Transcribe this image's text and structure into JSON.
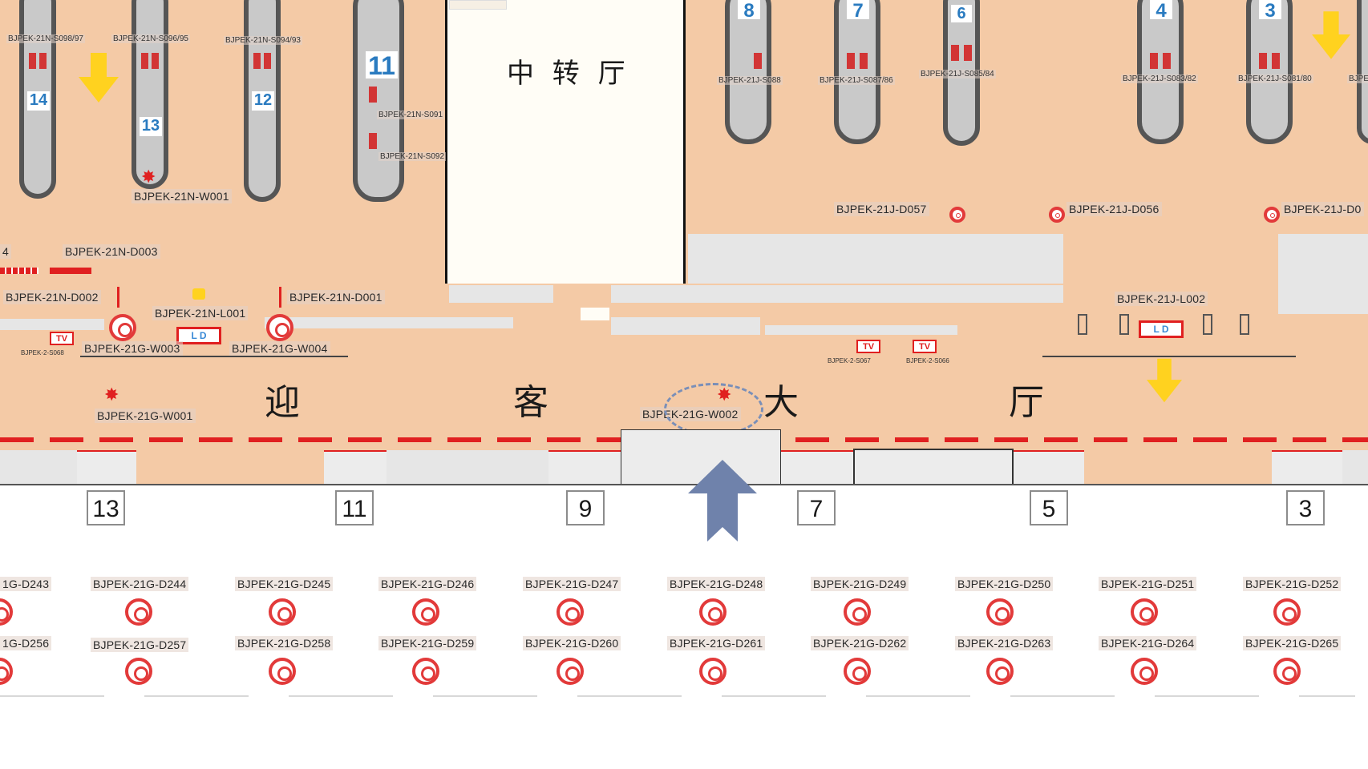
{
  "halls": {
    "transfer_hall": "中 转 厅",
    "arrival_chars": [
      "迎",
      "客",
      "大",
      "厅"
    ]
  },
  "carousels_left": [
    {
      "num": "14",
      "code": "BJPEK-21N-S098/97"
    },
    {
      "num": "13",
      "code": "BJPEK-21N-S096/95"
    },
    {
      "num": "12",
      "code": "BJPEK-21N-S094/93"
    },
    {
      "num": "11",
      "code": "BJPEK-21N-S091",
      "code2": "BJPEK-21N-S092"
    }
  ],
  "carousels_right": [
    {
      "num": "8",
      "code": "BJPEK-21J-S088"
    },
    {
      "num": "7",
      "code": "BJPEK-21J-S087/86"
    },
    {
      "num": "6",
      "code": "BJPEK-21J-S085/84"
    },
    {
      "num": "4",
      "code": "BJPEK-21J-S083/82"
    },
    {
      "num": "3",
      "code": "BJPEK-21J-S081/80"
    }
  ],
  "upper_labels": {
    "n_w001": "BJPEK-21N-W001",
    "n_d003": "BJPEK-21N-D003",
    "n_d002": "BJPEK-21N-D002",
    "n_l001": "BJPEK-21N-L001",
    "n_d001": "BJPEK-21N-D001",
    "g_w003": "BJPEK-21G-W003",
    "g_w004": "BJPEK-21G-W004",
    "g_w001": "BJPEK-21G-W001",
    "g_w002": "BJPEK-21G-W002",
    "j_d057": "BJPEK-21J-D057",
    "j_d056": "BJPEK-21J-D056",
    "j_d0_partial": "BJPEK-21J-D0",
    "j_l002": "BJPEK-21J-L002",
    "left_edge_4": "4",
    "tv_left_code": "BJPEK-2-S068",
    "tv_mid1_code": "BJPEK-2-S067",
    "tv_mid2_code": "BJPEK-2-S066",
    "partial_right": "BJPE"
  },
  "icons": {
    "tv": "TV",
    "led": "L  D"
  },
  "gates": [
    "13",
    "11",
    "9",
    "7",
    "5",
    "3"
  ],
  "bottom_row1": [
    "1G-D243",
    "BJPEK-21G-D244",
    "BJPEK-21G-D245",
    "BJPEK-21G-D246",
    "BJPEK-21G-D247",
    "BJPEK-21G-D248",
    "BJPEK-21G-D249",
    "BJPEK-21G-D250",
    "BJPEK-21G-D251",
    "BJPEK-21G-D252"
  ],
  "bottom_row2": [
    "1G-D256",
    "BJPEK-21G-D257",
    "BJPEK-21G-D258",
    "BJPEK-21G-D259",
    "BJPEK-21G-D260",
    "BJPEK-21G-D261",
    "BJPEK-21G-D262",
    "BJPEK-21G-D263",
    "BJPEK-21G-D264",
    "BJPEK-21G-D265"
  ],
  "colors": {
    "floor": "#f4caa6",
    "accent_red": "#e02020",
    "arrow_blue": "#6f82ab",
    "arrow_yellow": "#ffd21f",
    "highlight_dash": "#7a8fb8"
  }
}
